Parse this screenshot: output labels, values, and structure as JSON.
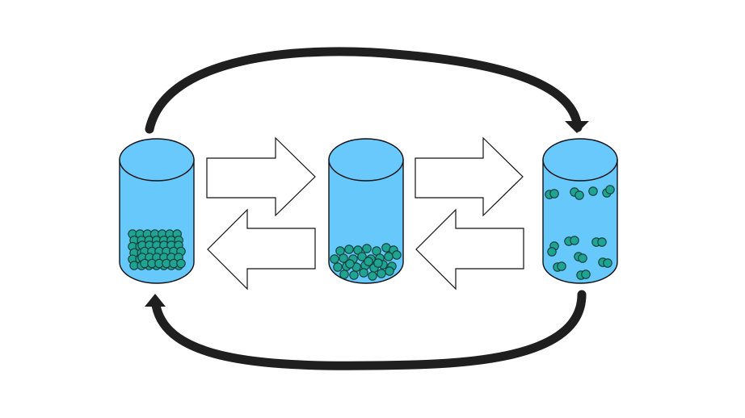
{
  "diagram": {
    "description_free": true,
    "colors": {
      "background": "#ffffff",
      "water": "#66c8fb",
      "water_top": "#69c9fc",
      "outline": "#111111",
      "particle": "#1fa393",
      "cycle_arrow": "#1f1f1f",
      "block_arrow_fill": "#ffffff"
    },
    "containers": [
      {
        "name": "solid-container",
        "state": "solid",
        "particle_arrangement": "lattice"
      },
      {
        "name": "liquid-container",
        "state": "liquid",
        "particle_arrangement": "clustered"
      },
      {
        "name": "gas-container",
        "state": "gas",
        "particle_arrangement": "spread"
      }
    ],
    "arrows": [
      {
        "name": "solid-to-liquid-arrow",
        "direction": "right"
      },
      {
        "name": "liquid-to-solid-arrow",
        "direction": "left"
      },
      {
        "name": "liquid-to-gas-arrow",
        "direction": "right"
      },
      {
        "name": "gas-to-liquid-arrow",
        "direction": "left"
      },
      {
        "name": "solid-to-gas-arrow",
        "direction": "top-curve"
      },
      {
        "name": "gas-to-solid-arrow",
        "direction": "bottom-curve"
      }
    ]
  }
}
